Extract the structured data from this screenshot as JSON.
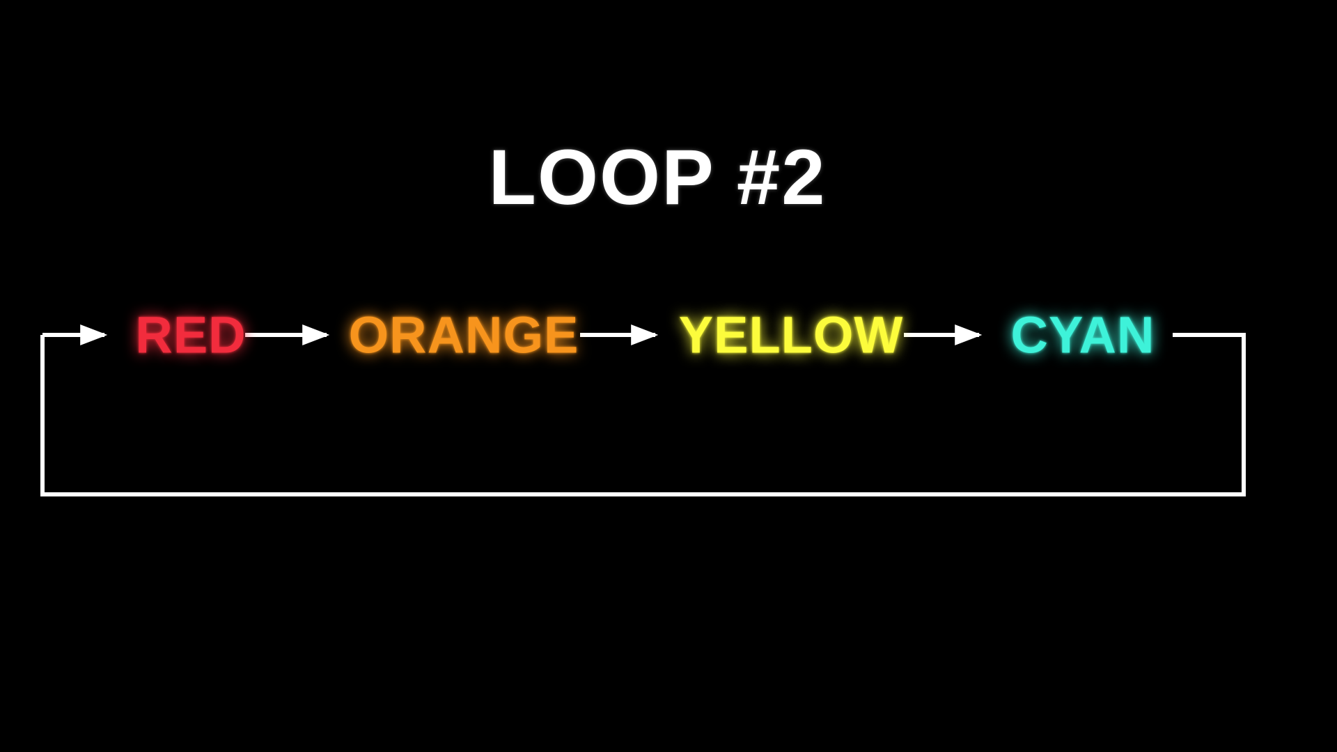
{
  "title": "LOOP #2",
  "loop": {
    "nodes": [
      {
        "id": "red",
        "label": "RED",
        "color": "#f22c3d"
      },
      {
        "id": "orange",
        "label": "ORANGE",
        "color": "#f7941d"
      },
      {
        "id": "yellow",
        "label": "YELLOW",
        "color": "#fcfc3c"
      },
      {
        "id": "cyan",
        "label": "CYAN",
        "color": "#3ef2d9"
      }
    ],
    "line_color": "#ffffff",
    "background_color": "#000000",
    "sequence": [
      "RED",
      "ORANGE",
      "YELLOW",
      "CYAN"
    ]
  }
}
